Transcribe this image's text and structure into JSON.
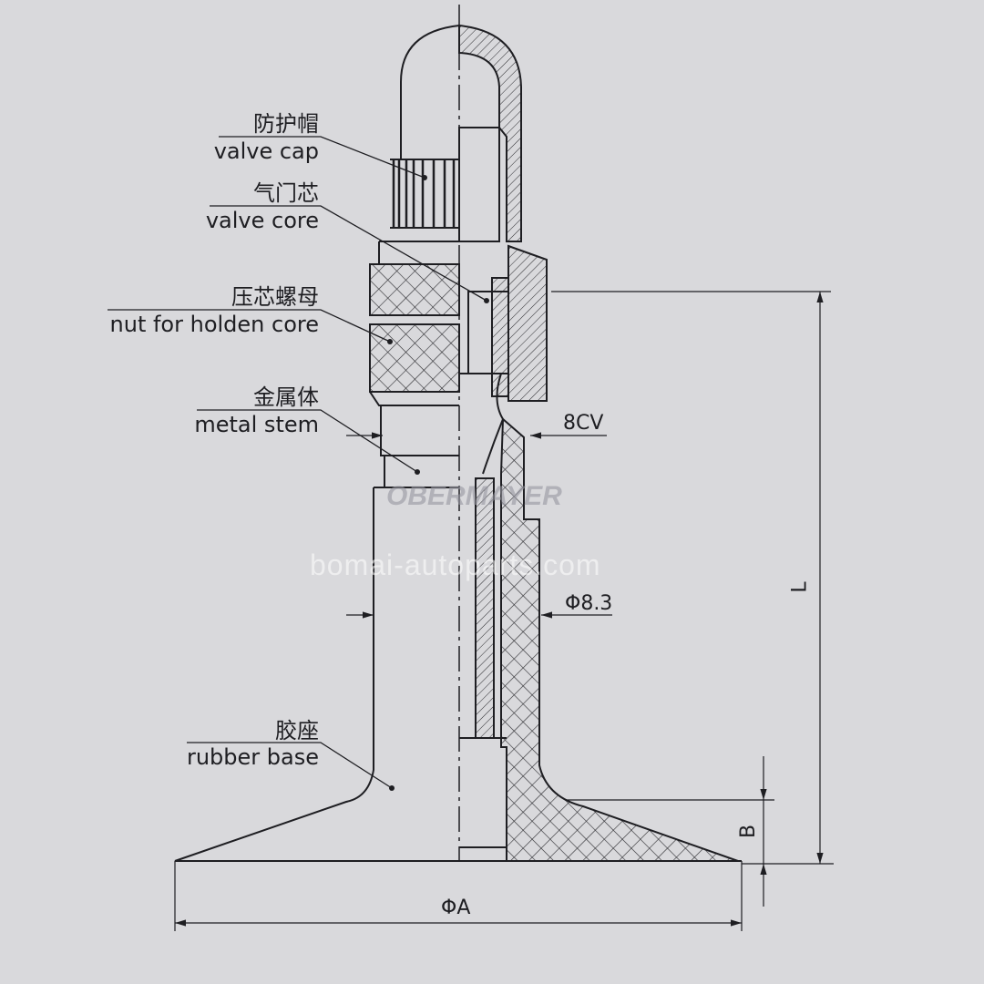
{
  "labels": {
    "valve_cap": {
      "cn": "防护帽",
      "en": "valve cap"
    },
    "valve_core": {
      "cn": "气门芯",
      "en": "valve core"
    },
    "nut": {
      "cn": "压芯螺母",
      "en": "nut for holden core"
    },
    "metal_stem": {
      "cn": "金属体",
      "en": "metal stem"
    },
    "rubber_base": {
      "cn": "胶座",
      "en": "rubber base"
    }
  },
  "dimensions": {
    "thread": "8CV",
    "diameter": "Φ8.3",
    "length": "L",
    "base_height": "B",
    "base_diameter": "ΦA"
  },
  "watermark": {
    "logo": "OBERMAYER",
    "site": "bomai-autoparts.com"
  },
  "colors": {
    "background": "#d9d9dc",
    "line": "#1e1e22"
  }
}
